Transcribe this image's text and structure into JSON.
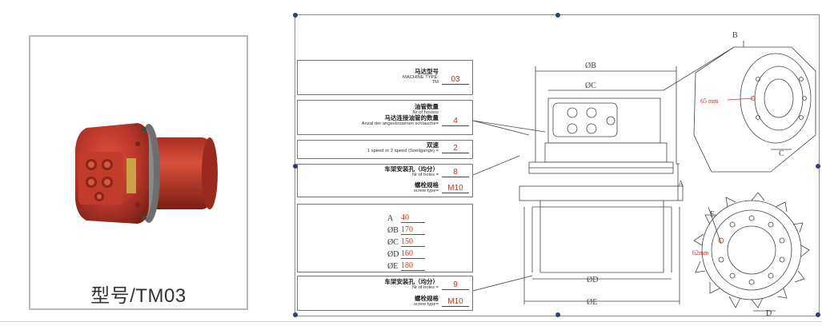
{
  "product": {
    "model_label": "型号/TM03",
    "colors": {
      "motor_body": "#b8362a",
      "flange": "#7a7a7a",
      "drawing_value": "#c8321e"
    }
  },
  "spec": {
    "machine_type": {
      "zh": "马达型号",
      "en1": "MACHINE TYPE:",
      "en2": "TM",
      "value": "03"
    },
    "hoses": {
      "zh": "油管数量",
      "en1": "Nr of hossos",
      "zh2": "马达连接油管的数量",
      "en2": "Anzal der angeslossenen schlauche=",
      "value": "4"
    },
    "speed": {
      "zh": "双速",
      "en": "1 speed or 2 speed (Snellgange) =",
      "value": "2"
    },
    "frame": {
      "zh": "车架安装孔（均分）",
      "en": "Nr of holes =",
      "value": "8",
      "bolt_zh": "螺栓规格",
      "bolt_en": "screw type=",
      "bolt_value": "M10"
    },
    "dimensions": [
      {
        "label": "A",
        "value": "40"
      },
      {
        "label": "ØB",
        "value": "170"
      },
      {
        "label": "ØC",
        "value": "150"
      },
      {
        "label": "ØD",
        "value": "160"
      },
      {
        "label": "ØE",
        "value": "180"
      }
    ],
    "sprocket": {
      "zh": "车架安装孔（均分）",
      "en": "Nr of holes =",
      "value": "9",
      "bolt_zh": "螺栓规格",
      "bolt_en": "screw type=",
      "bolt_value": "M10"
    }
  },
  "drawing": {
    "dim_b": "ØB",
    "dim_c": "ØC",
    "dim_d": "ØD",
    "dim_e": "ØE",
    "dim_a": "A",
    "callout_b": "B",
    "callout_c": "C",
    "callout_e": "E",
    "callout_d": "D",
    "hub_mm": "65 mm",
    "sprocket_mm": "62mm"
  }
}
